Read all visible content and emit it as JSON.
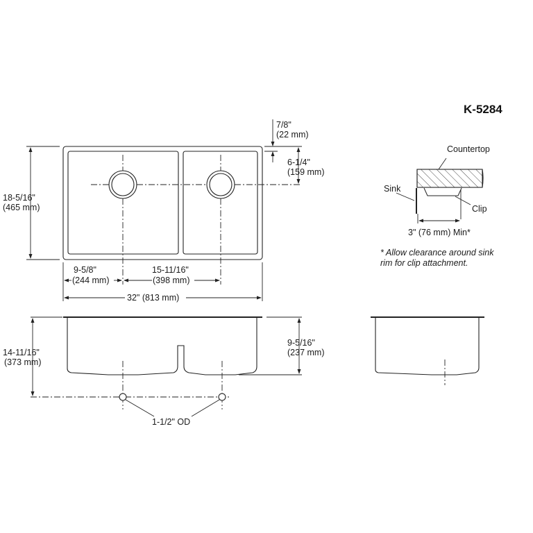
{
  "title": "K-5284",
  "top_view": {
    "overall_depth_in": "18-5/16\"",
    "overall_depth_mm": "(465 mm)",
    "rim_offset_in": "7/8\"",
    "rim_offset_mm": "(22 mm)",
    "drain_offset_in": "6-1/4\"",
    "drain_offset_mm": "(159 mm)",
    "left_drain_in": "9-5/8\"",
    "left_drain_mm": "(244 mm)",
    "drain_spacing_in": "15-11/16\"",
    "drain_spacing_mm": "(398 mm)",
    "overall_width": "32\" (813 mm)"
  },
  "front_view": {
    "overall_height_in": "14-11/16\"",
    "overall_height_mm": "(373 mm)",
    "bowl_depth_in": "9-5/16\"",
    "bowl_depth_mm": "(237 mm)",
    "drain_od": "1-1/2\" OD"
  },
  "clip_detail": {
    "countertop_label": "Countertop",
    "sink_label": "Sink",
    "clip_label": "Clip",
    "clearance": "3\" (76 mm) Min*",
    "note_line1": "* Allow clearance around sink",
    "note_line2": "rim for clip attachment."
  }
}
